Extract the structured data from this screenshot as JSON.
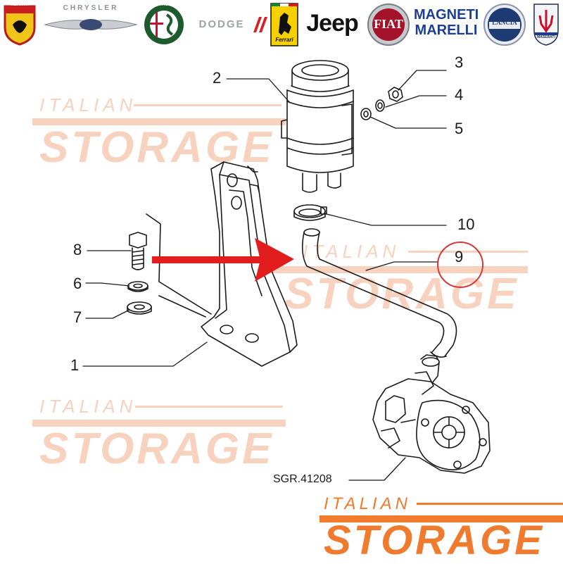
{
  "brands": [
    {
      "name": "abarth",
      "text": "ABARTH",
      "color": "#cc1f1f"
    },
    {
      "name": "chrysler",
      "text": "CHRYSLER",
      "color": "#8a8f96"
    },
    {
      "name": "alfa-romeo",
      "text": "ALFA ROMEO",
      "color": "#1d5a2c"
    },
    {
      "name": "dodge",
      "text": "DODGE",
      "color": "#d62222"
    },
    {
      "name": "ferrari",
      "text": "Ferrari",
      "color": "#f7d000"
    },
    {
      "name": "jeep",
      "text": "Jeep",
      "color": "#111111"
    },
    {
      "name": "fiat",
      "text": "FIAT",
      "color": "#a4132a"
    },
    {
      "name": "magneti-marelli",
      "text": "MAGNETI MARELLI",
      "color": "#1c3f95"
    },
    {
      "name": "lancia",
      "text": "LANCIA",
      "color": "#1f3b73"
    },
    {
      "name": "maserati",
      "text": "MASERATI",
      "color": "#1e2c4a"
    }
  ],
  "callouts": {
    "c1": "1",
    "c2": "2",
    "c3": "3",
    "c4": "4",
    "c5": "5",
    "c6": "6",
    "c7": "7",
    "c8": "8",
    "c9": "9",
    "c10": "10"
  },
  "part_code": "SGR.41208",
  "watermarks": {
    "word1": "ITALIAN",
    "word2": "STORAGE",
    "faint_color": "#f6d2bf",
    "brand_color": "#f07a2e"
  },
  "highlight": {
    "arrow_color": "#e11d1d",
    "circle_color": "#d23a3a",
    "highlighted_callout": "9"
  }
}
